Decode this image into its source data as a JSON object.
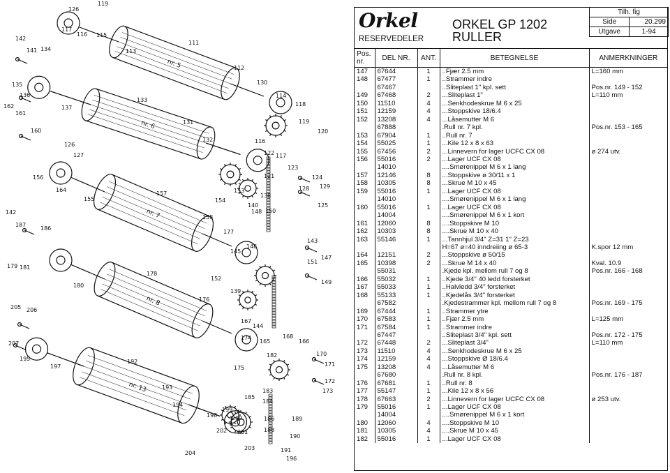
{
  "header": {
    "logo": "Orkel",
    "subtitle": "RESERVEDELER",
    "title_line1": "ORKEL GP 1202",
    "title_line2": "RULLER",
    "fig_label": "Tilh. fig",
    "side_label": "Side",
    "side_value": "20.299",
    "utgave_label": "Utgave",
    "utgave_value": "1-94"
  },
  "columns": {
    "pos": "Pos. nr.",
    "delnr": "DEL NR.",
    "ant": "ANT.",
    "betegnelse": "BETEGNELSE",
    "anm": "ANMERKNINGER"
  },
  "rows": [
    {
      "pos": "147",
      "del": "67644",
      "ant": "1",
      "bet": "..Fjær 2.5 mm",
      "anm": "L=160 mm"
    },
    {
      "pos": "148",
      "del": "67477",
      "ant": "1",
      "bet": "..Strammer indre",
      "anm": ""
    },
    {
      "pos": "",
      "del": "67467",
      "ant": "",
      "bet": "..Sliteplast 1\" kpl. sett",
      "anm": "Pos.nr. 149 - 152"
    },
    {
      "pos": "149",
      "del": "67468",
      "ant": "2",
      "bet": "...Sliteplast 1\"",
      "anm": "L=110 mm"
    },
    {
      "pos": "150",
      "del": "11510",
      "ant": "4",
      "bet": "...Senkhodeskrue M 6 x 25",
      "anm": ""
    },
    {
      "pos": "151",
      "del": "12159",
      "ant": "4",
      "bet": "...Stoppskive 18/6.4",
      "anm": ""
    },
    {
      "pos": "152",
      "del": "13208",
      "ant": "4",
      "bet": "...Låsemutter M 6",
      "anm": ""
    },
    {
      "pos": "",
      "del": "67888",
      "ant": "",
      "bet": ".Rull nr. 7 kpl.",
      "anm": "Pos.nr. 153 - 165"
    },
    {
      "pos": "153",
      "del": "67904",
      "ant": "1",
      "bet": "..Rull nr. 7",
      "anm": ""
    },
    {
      "pos": "154",
      "del": "55025",
      "ant": "1",
      "bet": "...Kile 12 x 8 x 63",
      "anm": ""
    },
    {
      "pos": "155",
      "del": "67456",
      "ant": "2",
      "bet": "...Linnevern for lager UCFC CX 08",
      "anm": "ø 274 utv."
    },
    {
      "pos": "156",
      "del": "55016",
      "ant": "2",
      "bet": "...Lager UCF CX 08",
      "anm": ""
    },
    {
      "pos": "",
      "del": "14010",
      "ant": "",
      "bet": "....Smørenippel M 6 x 1 lang",
      "anm": ""
    },
    {
      "pos": "157",
      "del": "12146",
      "ant": "8",
      "bet": "...Stoppskive ø 30/11 x 1",
      "anm": ""
    },
    {
      "pos": "158",
      "del": "10305",
      "ant": "8",
      "bet": "...Skrue M 10 x 45",
      "anm": ""
    },
    {
      "pos": "159",
      "del": "55016",
      "ant": "1",
      "bet": "...Lager UCF CX 08",
      "anm": ""
    },
    {
      "pos": "",
      "del": "14010",
      "ant": "",
      "bet": "....Smørenippel M 6 x 1 lang",
      "anm": ""
    },
    {
      "pos": "160",
      "del": "55016",
      "ant": "1",
      "bet": "...Lager UCF CX 08",
      "anm": ""
    },
    {
      "pos": "",
      "del": "14004",
      "ant": "",
      "bet": "....Smørenippel M 6 x 1 kort",
      "anm": ""
    },
    {
      "pos": "161",
      "del": "12060",
      "ant": "8",
      "bet": "....Stoppskive M 10",
      "anm": ""
    },
    {
      "pos": "162",
      "del": "10303",
      "ant": "8",
      "bet": "....Skrue M 10 x 40",
      "anm": ""
    },
    {
      "pos": "163",
      "del": "55146",
      "ant": "1",
      "bet": "...Tannhjul 3/4\" Z=31 1\" Z=23",
      "anm": ""
    },
    {
      "pos": "",
      "del": "",
      "ant": "",
      "bet": "H=67 ø=40 inndreiing ø 65-3",
      "anm": "K.spor 12 mm"
    },
    {
      "pos": "164",
      "del": "12151",
      "ant": "2",
      "bet": "...Stoppskive ø 50/15",
      "anm": ""
    },
    {
      "pos": "165",
      "del": "10398",
      "ant": "2",
      "bet": "...Skrue M 14 x 40",
      "anm": "Kval. 10.9"
    },
    {
      "pos": "",
      "del": "55031",
      "ant": "",
      "bet": ".Kjede kpl. mellom rull 7 og 8",
      "anm": "Pos.nr. 166 - 168"
    },
    {
      "pos": "166",
      "del": "55032",
      "ant": "1",
      "bet": "..Kjede 3/4\" 40 ledd forsterket",
      "anm": ""
    },
    {
      "pos": "167",
      "del": "55033",
      "ant": "1",
      "bet": "..Halvledd 3/4\" forsterket",
      "anm": ""
    },
    {
      "pos": "168",
      "del": "55133",
      "ant": "1",
      "bet": "..Kjedelås 3/4\" forsterket",
      "anm": ""
    },
    {
      "pos": "",
      "del": "67582",
      "ant": "",
      "bet": ".Kjedestrammer kpl. mellom rull 7 og 8",
      "anm": "Pos.nr. 169 - 175"
    },
    {
      "pos": "169",
      "del": "67444",
      "ant": "1",
      "bet": "..Strammer ytre",
      "anm": ""
    },
    {
      "pos": "170",
      "del": "67583",
      "ant": "1",
      "bet": "..Fjær 2.5 mm",
      "anm": "L=125 mm"
    },
    {
      "pos": "171",
      "del": "67584",
      "ant": "1",
      "bet": "..Strammer indre",
      "anm": ""
    },
    {
      "pos": "",
      "del": "67447",
      "ant": "",
      "bet": "..Sliteplast 3/4\" kpl. sett",
      "anm": "Pos.nr. 172 - 175"
    },
    {
      "pos": "172",
      "del": "67448",
      "ant": "2",
      "bet": "...Sliteplast 3/4\"",
      "anm": "L=110 mm"
    },
    {
      "pos": "173",
      "del": "11510",
      "ant": "4",
      "bet": "...Senkhodeskrue M 6 x 25",
      "anm": ""
    },
    {
      "pos": "174",
      "del": "12159",
      "ant": "4",
      "bet": "...Stoppskive Ø 18/6.4",
      "anm": ""
    },
    {
      "pos": "175",
      "del": "13208",
      "ant": "4",
      "bet": "...Låsemutter M 6",
      "anm": ""
    },
    {
      "pos": "",
      "del": "67680",
      "ant": "",
      "bet": ".Rull nr. 8 kpl.",
      "anm": "Pos.nr. 176 - 187"
    },
    {
      "pos": "176",
      "del": "67681",
      "ant": "1",
      "bet": "..Rull nr. 8",
      "anm": ""
    },
    {
      "pos": "177",
      "del": "55147",
      "ant": "1",
      "bet": "...Kile 12 x 8 x 56",
      "anm": ""
    },
    {
      "pos": "178",
      "del": "67663",
      "ant": "2",
      "bet": "...Linnevern for lager UCFC CX 08",
      "anm": "ø 253 utv."
    },
    {
      "pos": "179",
      "del": "55016",
      "ant": "1",
      "bet": "...Lager UCF CX 08",
      "anm": ""
    },
    {
      "pos": "",
      "del": "14004",
      "ant": "",
      "bet": "....Smørenippel M 6 x 1 kort",
      "anm": ""
    },
    {
      "pos": "180",
      "del": "12060",
      "ant": "4",
      "bet": "....Stoppskive M 10",
      "anm": ""
    },
    {
      "pos": "181",
      "del": "10305",
      "ant": "4",
      "bet": "....Skrue M 10 x 45",
      "anm": ""
    },
    {
      "pos": "182",
      "del": "55016",
      "ant": "1",
      "bet": "...Lager UCF CX 08",
      "anm": ""
    }
  ],
  "diagram": {
    "roller_labels": [
      "nr. 5",
      "nr. 6",
      "nr. 7",
      "nr. 8",
      "nr. 13"
    ],
    "callouts": [
      "126",
      "119",
      "117",
      "116",
      "115",
      "113",
      "111",
      "112",
      "142",
      "141",
      "134",
      "135",
      "136",
      "137",
      "133",
      "130",
      "114",
      "118",
      "162",
      "161",
      "160",
      "119",
      "120",
      "131",
      "132",
      "116",
      "117",
      "122",
      "123",
      "121",
      "124",
      "129",
      "128",
      "125",
      "126",
      "127",
      "156",
      "164",
      "155",
      "157",
      "158",
      "153",
      "154",
      "138",
      "140",
      "142",
      "187",
      "186",
      "179",
      "181",
      "180",
      "178",
      "176",
      "177",
      "145",
      "146",
      "143",
      "147",
      "151",
      "149",
      "150",
      "152",
      "148",
      "139",
      "144",
      "165",
      "167",
      "168",
      "166",
      "170",
      "171",
      "172",
      "173",
      "174",
      "175",
      "182",
      "183",
      "185",
      "184",
      "186",
      "188",
      "189",
      "190",
      "191",
      "192",
      "193",
      "194",
      "197",
      "198",
      "199",
      "200",
      "201",
      "202",
      "203",
      "204",
      "205",
      "206",
      "207",
      "195",
      "196"
    ]
  }
}
